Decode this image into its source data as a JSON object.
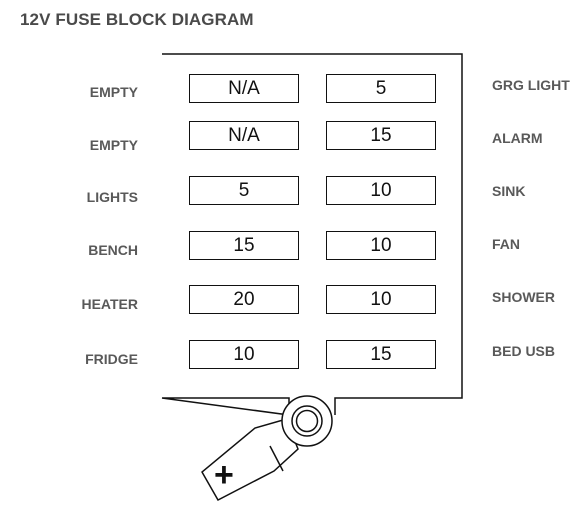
{
  "title": "12V FUSE BLOCK DIAGRAM",
  "rows": [
    {
      "left_label": "EMPTY",
      "left_fuse": "N/A",
      "right_fuse": "5",
      "right_label": "GRG LIGHT"
    },
    {
      "left_label": "EMPTY",
      "left_fuse": "N/A",
      "right_fuse": "15",
      "right_label": "ALARM"
    },
    {
      "left_label": "LIGHTS",
      "left_fuse": "5",
      "right_fuse": "10",
      "right_label": "SINK"
    },
    {
      "left_label": "BENCH",
      "left_fuse": "15",
      "right_fuse": "10",
      "right_label": "FAN"
    },
    {
      "left_label": "HEATER",
      "left_fuse": "20",
      "right_fuse": "10",
      "right_label": "SHOWER"
    },
    {
      "left_label": "FRIDGE",
      "left_fuse": "10",
      "right_fuse": "15",
      "right_label": "BED USB"
    }
  ],
  "terminal": {
    "symbol": "+"
  }
}
